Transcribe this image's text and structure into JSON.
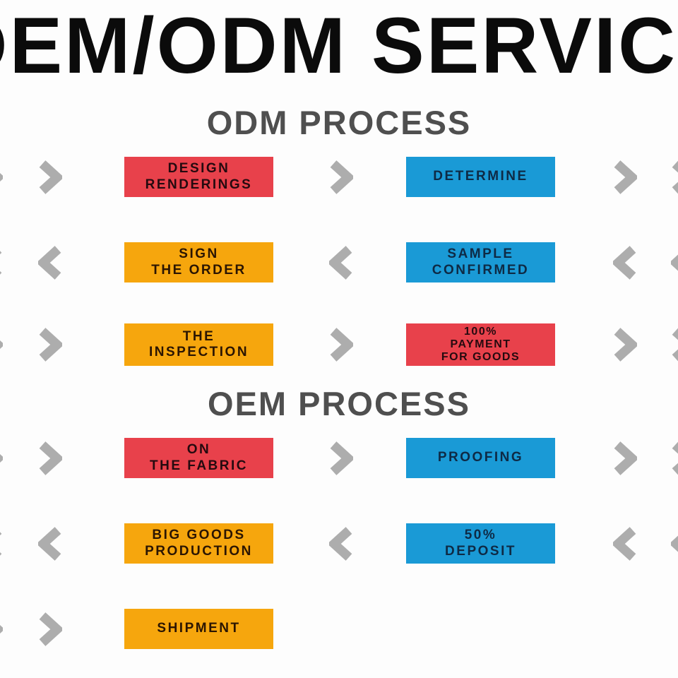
{
  "title": "OEM/ODM SERVICE",
  "colors": {
    "background": "#fdfdfd",
    "title": "#0b0b0b",
    "heading": "#4f4f4f",
    "arrow": "#adadad",
    "red": "#e8414b",
    "orange": "#f6a60d",
    "blue": "#1a9ad6",
    "text_on_red": "#250a0f",
    "text_on_orange": "#2b1502",
    "text_on_blue": "#0e2a45"
  },
  "sections": [
    {
      "heading": "ODM PROCESS",
      "rows": [
        {
          "direction": "right",
          "boxes": [
            {
              "label": "DESIGN\nRENDERINGS",
              "color": "red"
            },
            {
              "label": "DETERMINE",
              "color": "blue"
            }
          ]
        },
        {
          "direction": "left",
          "boxes": [
            {
              "label": "SIGN\nTHE ORDER",
              "color": "orange"
            },
            {
              "label": "SAMPLE\nCONFIRMED",
              "color": "blue"
            }
          ]
        },
        {
          "direction": "right",
          "boxes": [
            {
              "label": "THE\nINSPECTION",
              "color": "orange"
            },
            {
              "label": "100%\nPAYMENT\nFOR GOODS",
              "color": "red"
            }
          ]
        }
      ]
    },
    {
      "heading": "OEM PROCESS",
      "rows": [
        {
          "direction": "right",
          "boxes": [
            {
              "label": "ON\nTHE FABRIC",
              "color": "red"
            },
            {
              "label": "PROOFING",
              "color": "blue"
            }
          ]
        },
        {
          "direction": "left",
          "boxes": [
            {
              "label": "BIG GOODS\nPRODUCTION",
              "color": "orange"
            },
            {
              "label": "50%\nDEPOSIT",
              "color": "blue"
            }
          ]
        },
        {
          "direction": "right",
          "boxes": [
            {
              "label": "SHIPMENT",
              "color": "orange"
            }
          ]
        }
      ]
    }
  ]
}
